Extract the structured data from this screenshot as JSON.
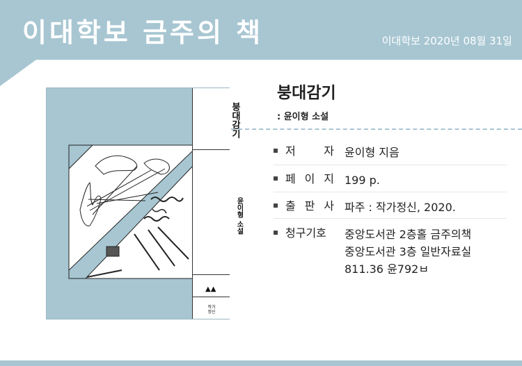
{
  "header": {
    "title": "이대학보 금주의 책",
    "date": "이대학보 2020년 08월 31일"
  },
  "book": {
    "title": "붕대감기",
    "subtitle": ": 윤이형 소설",
    "cover": {
      "spine_title": "붕대감기",
      "spine_subtitle": "윤이형 소설",
      "spine_logo": "▲▲",
      "spine_publisher": "작가정신"
    }
  },
  "info": [
    {
      "label_chars": [
        "저",
        "자"
      ],
      "values": [
        "윤이형 지음"
      ]
    },
    {
      "label_chars": [
        "페",
        "이",
        "지"
      ],
      "values": [
        "199 p."
      ]
    },
    {
      "label_chars": [
        "출",
        "판",
        "사"
      ],
      "values": [
        "파주 : 작가정신, 2020."
      ]
    },
    {
      "label_chars": [
        "청구기호"
      ],
      "values": [
        "중앙도서관 2층홀 금주의책",
        "중앙도서관 3층 일반자료실",
        "811.36 윤792ㅂ"
      ]
    }
  ],
  "colors": {
    "accent": "#a7c6d2",
    "background": "#ffffff",
    "text": "#222222"
  }
}
